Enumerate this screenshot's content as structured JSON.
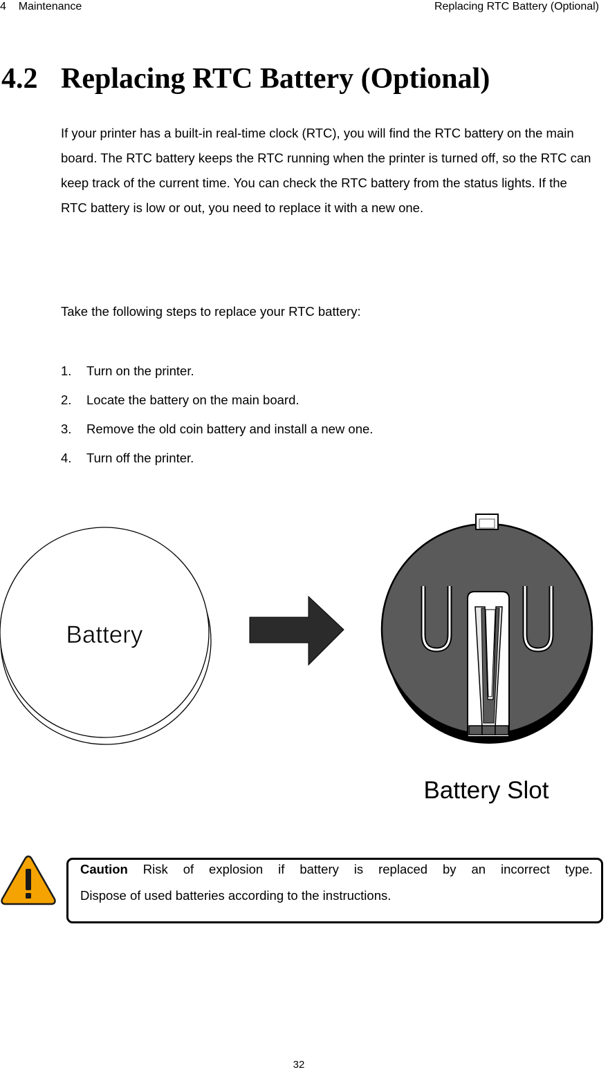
{
  "header": {
    "chapter_number": "4",
    "chapter_title": "Maintenance",
    "section_title": "Replacing RTC Battery (Optional)"
  },
  "section": {
    "number": "4.2",
    "title": "Replacing RTC Battery (Optional)"
  },
  "intro_paragraph": "If your printer has a built-in real-time clock (RTC), you will find the RTC battery on the main board. The RTC battery keeps the RTC running when the printer is turned off, so the RTC can keep track of the current time. You can check the RTC battery from the status lights. If the RTC battery is low or out, you need to replace it with a new one.",
  "steps_lead": "Take the following steps to replace your RTC battery:",
  "steps": [
    {
      "number": "1.",
      "text": "Turn on the printer."
    },
    {
      "number": "2.",
      "text": "Locate the battery on the main board."
    },
    {
      "number": "3.",
      "text": "Remove the old coin battery and install a new one."
    },
    {
      "number": "4.",
      "text": "Turn off the printer."
    }
  ],
  "illustration": {
    "battery_label": "Battery",
    "slot_label": "Battery Slot",
    "slot_color": "#5a5a5a",
    "arrow_color": "#2b2b2b"
  },
  "caution": {
    "label": "Caution",
    "line1_words": [
      "Risk",
      "of",
      "explosion",
      "if",
      "battery",
      "is",
      "replaced",
      "by",
      "an",
      "incorrect",
      "type."
    ],
    "line2": "Dispose of used batteries according to the instructions.",
    "icon": "warning-triangle-icon",
    "icon_color": "#f5a300"
  },
  "page_number": "32"
}
